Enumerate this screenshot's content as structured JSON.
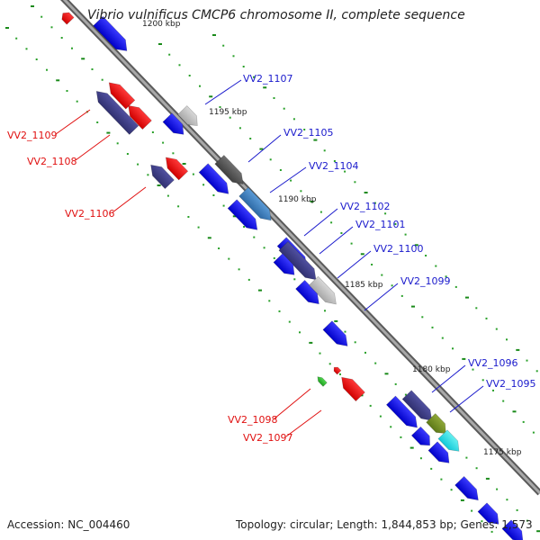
{
  "title": "Vibrio vulnificus CMCP6 chromosome II, complete sequence",
  "footer": {
    "accession": "Accession: NC_004460",
    "summary": "Topology: circular; Length: 1,844,853 bp; Genes: 1,573"
  },
  "ticks": {
    "kbp_labels": [
      "1200 kbp",
      "1195 kbp",
      "1190 kbp",
      "1185 kbp",
      "1180 kbp",
      "1175 kbp"
    ]
  },
  "genes": {
    "forward": [
      "VV2_1107",
      "VV2_1105",
      "VV2_1104",
      "VV2_1102",
      "VV2_1101",
      "VV2_1100",
      "VV2_1099",
      "VV2_1096",
      "VV2_1095"
    ],
    "reverse": [
      "VV2_1109",
      "VV2_1108",
      "VV2_1106",
      "VV2_1098",
      "VV2_1097"
    ]
  },
  "colors": {
    "forward_label": "#1a1acc",
    "reverse_label": "#e01010",
    "backbone": "#888888",
    "tick": "#1a8a1a"
  }
}
